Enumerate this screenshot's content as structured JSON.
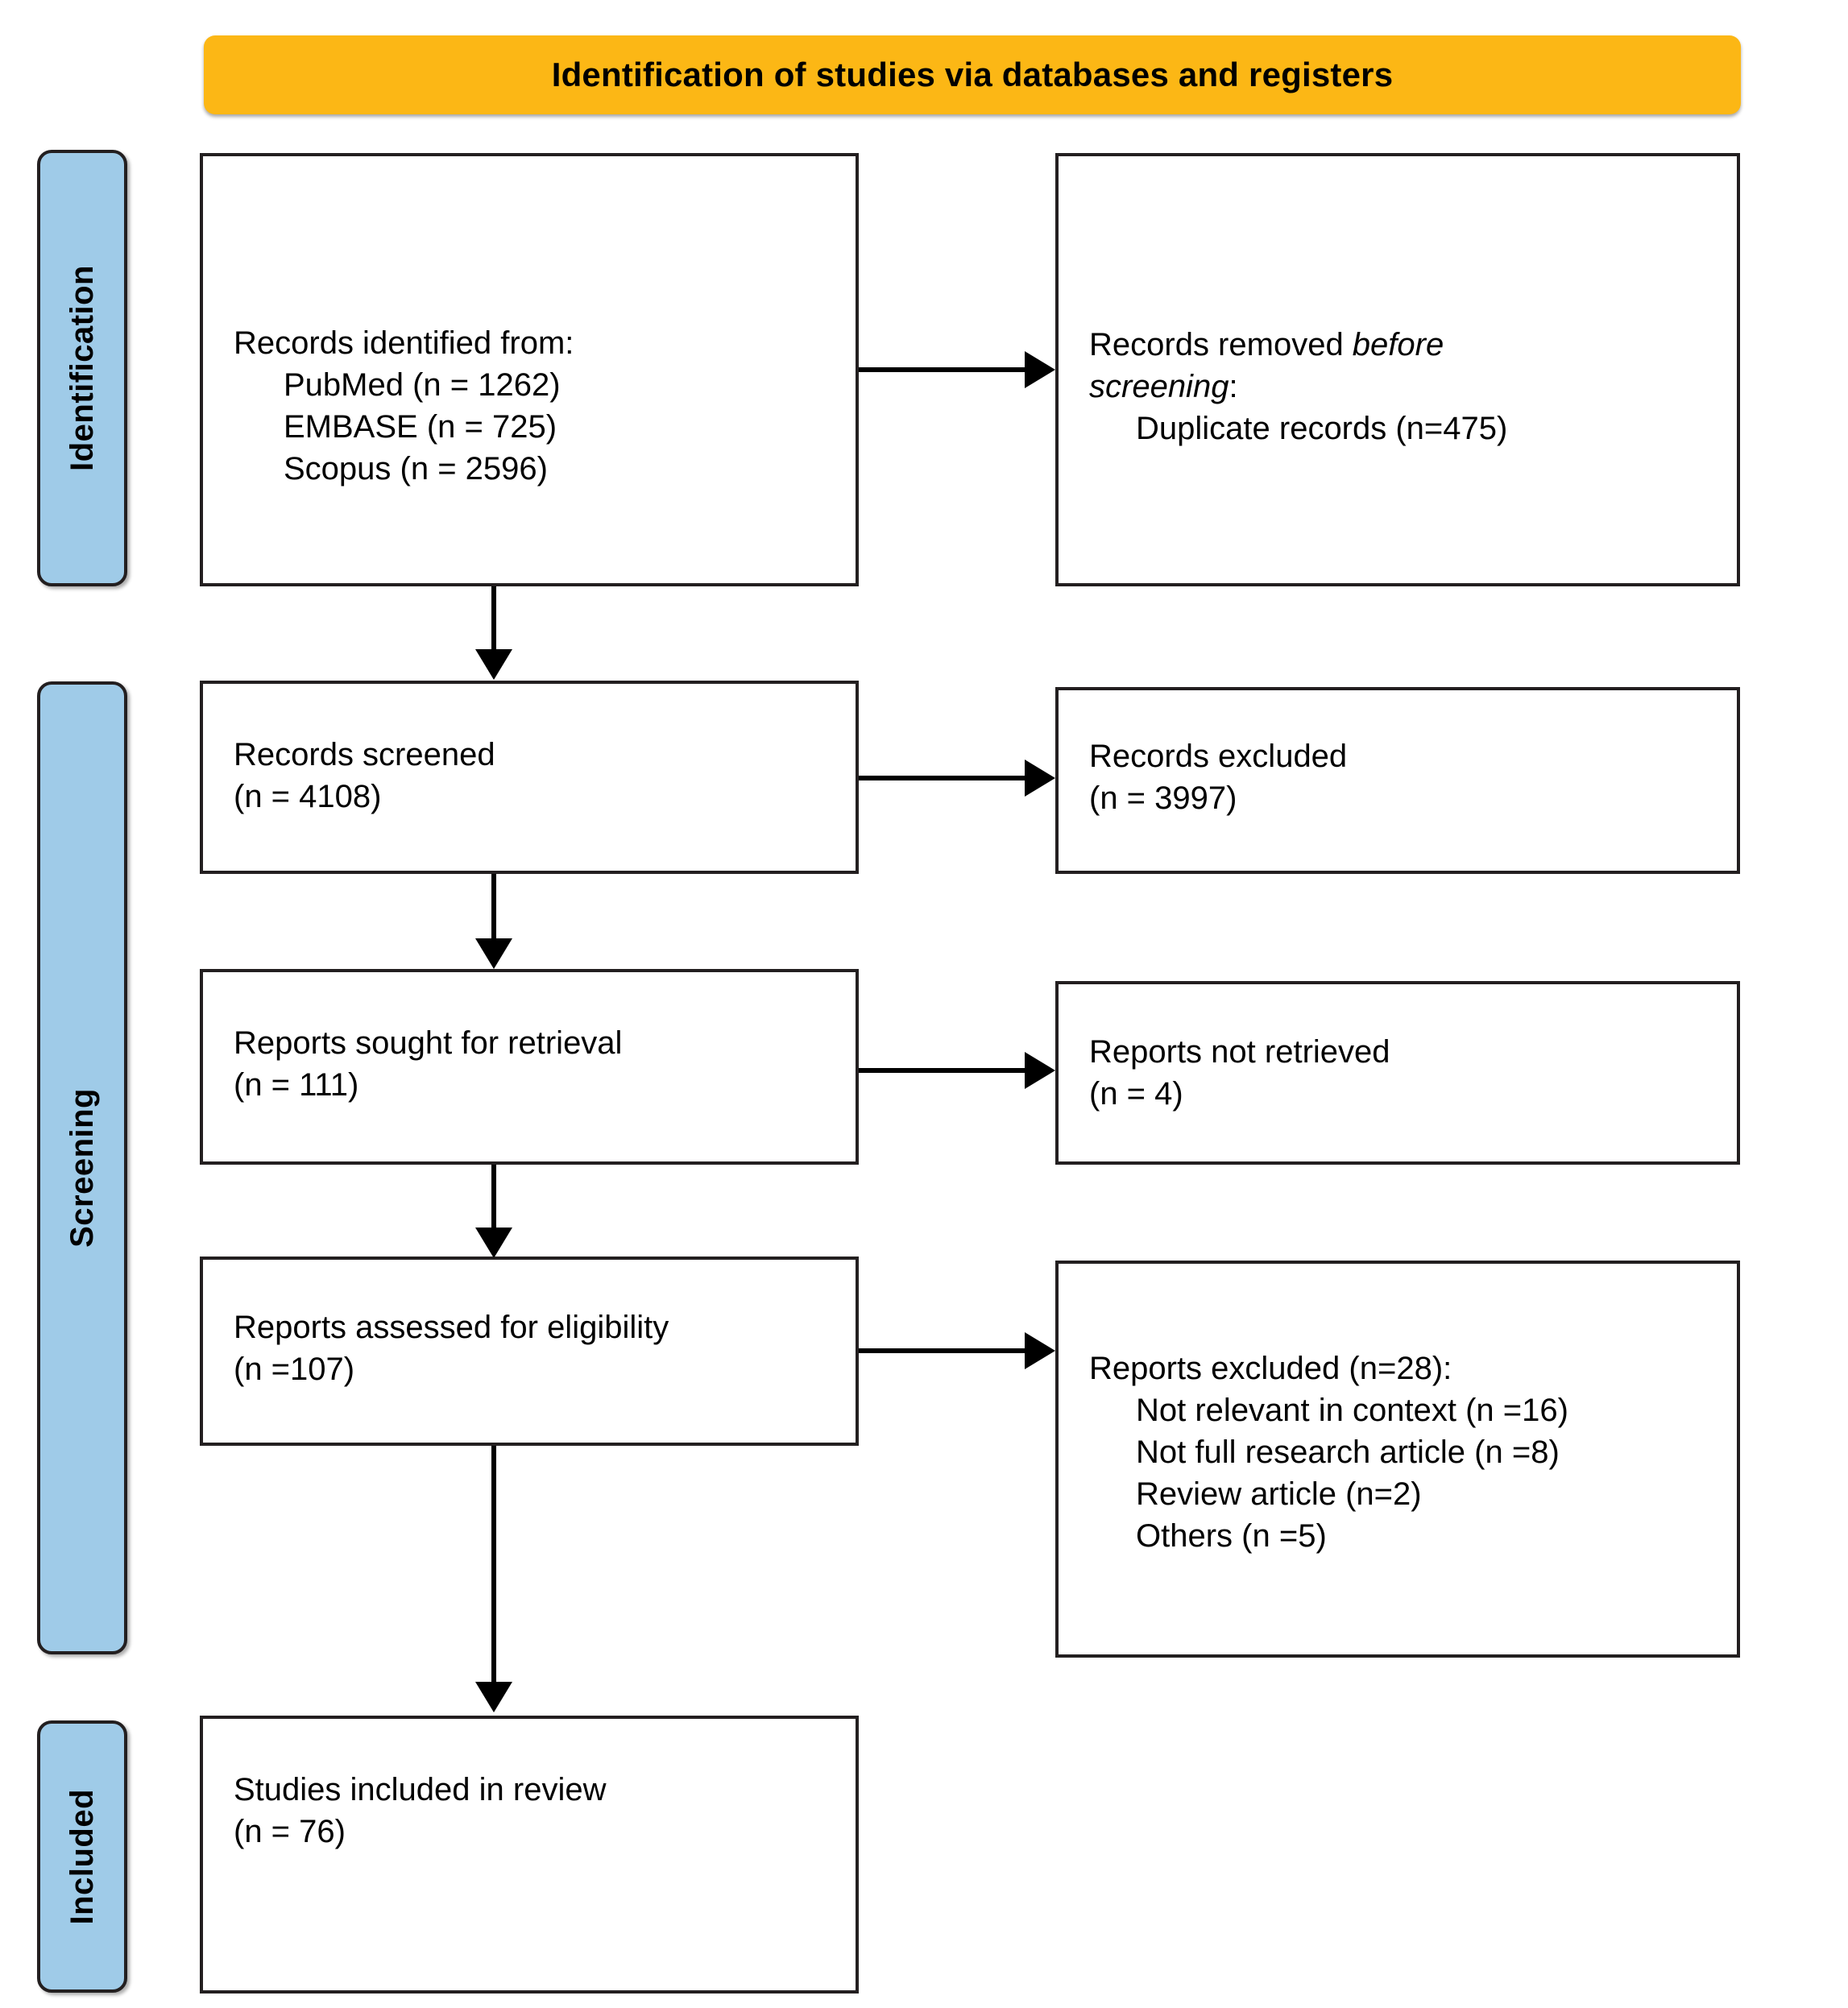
{
  "banner": {
    "title": "Identification of studies via databases and registers",
    "color": "#FCB715"
  },
  "stages": {
    "identification": "Identification",
    "screening": "Screening",
    "included": "Included",
    "color": "#9FCBE8"
  },
  "boxes": {
    "identified": {
      "title": "Records identified from:",
      "sources": [
        "PubMed (n = 1262)",
        "EMBASE (n = 725)",
        "Scopus (n = 2596)"
      ]
    },
    "removed": {
      "title_prefix": "Records removed ",
      "title_italic_a": "before",
      "title_italic_b": "screening",
      "title_suffix": ":",
      "items": [
        "Duplicate records (n=475)"
      ]
    },
    "screened": {
      "title": "Records screened",
      "count": "(n = 4108)"
    },
    "excluded": {
      "title": "Records excluded",
      "count": "(n = 3997)"
    },
    "sought": {
      "title": "Reports sought for retrieval",
      "count": "(n = 111)"
    },
    "not_retrieved": {
      "title": "Reports not retrieved",
      "count": "(n = 4)"
    },
    "assessed": {
      "title": "Reports assessed for eligibility",
      "count": "(n =107)"
    },
    "reports_excluded": {
      "title": "Reports excluded (n=28):",
      "reasons": [
        "Not relevant in context (n =16)",
        "Not full research article (n =8)",
        "Review article (n=2)",
        "Others (n =5)"
      ]
    },
    "included": {
      "title": "Studies included in review",
      "count": "(n = 76)"
    }
  },
  "chart_data": {
    "type": "diagram",
    "title": "Identification of studies via databases and registers",
    "nodes": [
      {
        "id": "identified",
        "stage": "Identification",
        "label": "Records identified from",
        "values": {
          "PubMed": 1262,
          "EMBASE": 725,
          "Scopus": 2596
        }
      },
      {
        "id": "removed",
        "stage": "Identification",
        "label": "Records removed before screening",
        "values": {
          "Duplicate records": 475
        }
      },
      {
        "id": "screened",
        "stage": "Screening",
        "label": "Records screened",
        "n": 4108
      },
      {
        "id": "excluded",
        "stage": "Screening",
        "label": "Records excluded",
        "n": 3997
      },
      {
        "id": "sought",
        "stage": "Screening",
        "label": "Reports sought for retrieval",
        "n": 111
      },
      {
        "id": "not_retrieved",
        "stage": "Screening",
        "label": "Reports not retrieved",
        "n": 4
      },
      {
        "id": "assessed",
        "stage": "Screening",
        "label": "Reports assessed for eligibility",
        "n": 107
      },
      {
        "id": "reports_excluded",
        "stage": "Screening",
        "label": "Reports excluded",
        "n": 28,
        "values": {
          "Not relevant in context": 16,
          "Not full research article": 8,
          "Review article": 2,
          "Others": 5
        }
      },
      {
        "id": "included",
        "stage": "Included",
        "label": "Studies included in review",
        "n": 76
      }
    ],
    "edges": [
      {
        "from": "identified",
        "to": "removed",
        "direction": "right"
      },
      {
        "from": "identified",
        "to": "screened",
        "direction": "down"
      },
      {
        "from": "screened",
        "to": "excluded",
        "direction": "right"
      },
      {
        "from": "screened",
        "to": "sought",
        "direction": "down"
      },
      {
        "from": "sought",
        "to": "not_retrieved",
        "direction": "right"
      },
      {
        "from": "sought",
        "to": "assessed",
        "direction": "down"
      },
      {
        "from": "assessed",
        "to": "reports_excluded",
        "direction": "right"
      },
      {
        "from": "assessed",
        "to": "included",
        "direction": "down"
      }
    ]
  }
}
